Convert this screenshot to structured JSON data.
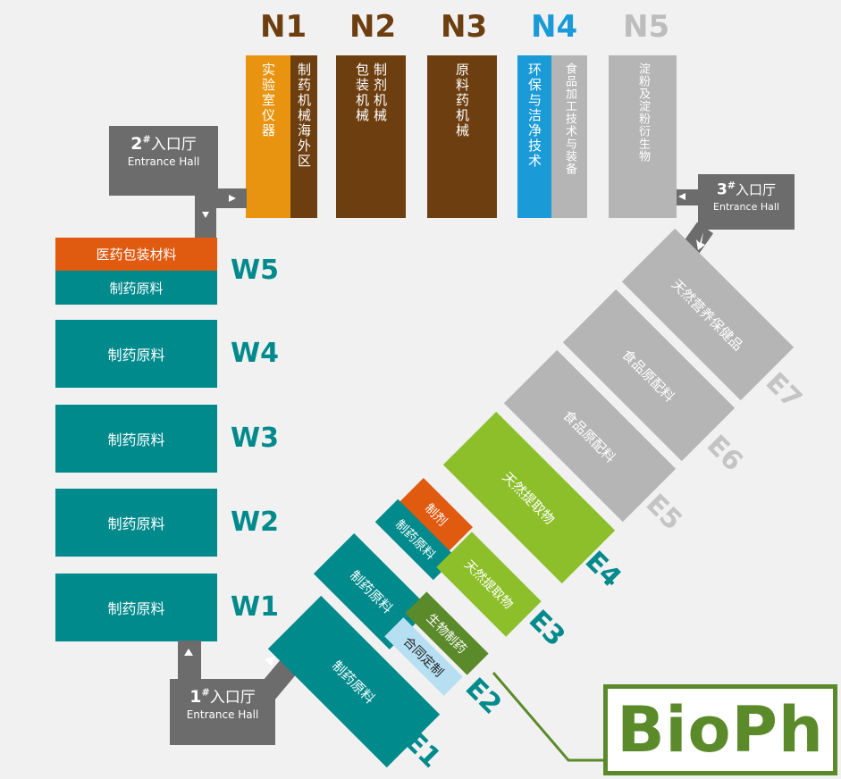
{
  "north": [
    {
      "label": "N1",
      "color": "#6d3f10",
      "halls": [
        {
          "text": "实验室仪器",
          "bg": "#e89410"
        },
        {
          "text": "制药机械海外区",
          "bg": "#6d3f10"
        }
      ]
    },
    {
      "label": "N2",
      "color": "#6d3f10",
      "halls": [
        {
          "text": "包装机械",
          "bg": "#6d3f10"
        },
        {
          "text": "制剂机械",
          "bg": "#6d3f10"
        }
      ]
    },
    {
      "label": "N3",
      "color": "#6d3f10",
      "halls": [
        {
          "text": "原料药机械",
          "bg": "#6d3f10"
        }
      ]
    },
    {
      "label": "N4",
      "color": "#1a9ad6",
      "halls": [
        {
          "text": "环保与洁净技术",
          "bg": "#1a9ad6"
        },
        {
          "text": "食品加工技术与装备",
          "bg": "#b5b5b5"
        }
      ]
    },
    {
      "label": "N5",
      "color": "#bdbdbd",
      "halls": [
        {
          "text": "淀粉及淀粉衍生物",
          "bg": "#b5b5b5"
        }
      ]
    }
  ],
  "west": {
    "w5_top": "医药包装材料",
    "w5_bottom": "制药原料",
    "w4": "制药原料",
    "w3": "制药原料",
    "w2": "制药原料",
    "w1": "制药原料",
    "labels": {
      "w5": "W5",
      "w4": "W4",
      "w3": "W3",
      "w2": "W2",
      "w1": "W1"
    }
  },
  "east": {
    "e1": "制药原料",
    "e2_a": "制药原料",
    "e2_b": "生物制药",
    "e2_c": "合同定制",
    "e3_a": "制剂",
    "e3_b": "制药原料",
    "e3_c": "天然提取物",
    "e4": "天然提取物",
    "e5": "食品原配料",
    "e6": "食品原配料",
    "e7": "天然营养保健品",
    "labels": {
      "e1": "E1",
      "e2": "E2",
      "e3": "E3",
      "e4": "E4",
      "e5": "E5",
      "e6": "E6",
      "e7": "E7"
    }
  },
  "entrances": {
    "e1": {
      "num": "1",
      "mark": "#",
      "cn": "入口厅",
      "en": "Entrance Hall"
    },
    "e2": {
      "num": "2",
      "mark": "#",
      "cn": "入口厅",
      "en": "Entrance Hall"
    },
    "e3": {
      "num": "3",
      "mark": "#",
      "cn": "入口厅",
      "en": "Entrance Hall"
    }
  },
  "logo": {
    "text": "BioPh",
    "color": "#5b8a2a"
  },
  "colors": {
    "teal": "#008a8c",
    "orange": "#e05a10",
    "green": "#8cbf2a",
    "gray": "#b5b5b5",
    "lightblue": "#b7dff2",
    "darkgreen": "#5b8a2a",
    "brown": "#6d3f10"
  }
}
